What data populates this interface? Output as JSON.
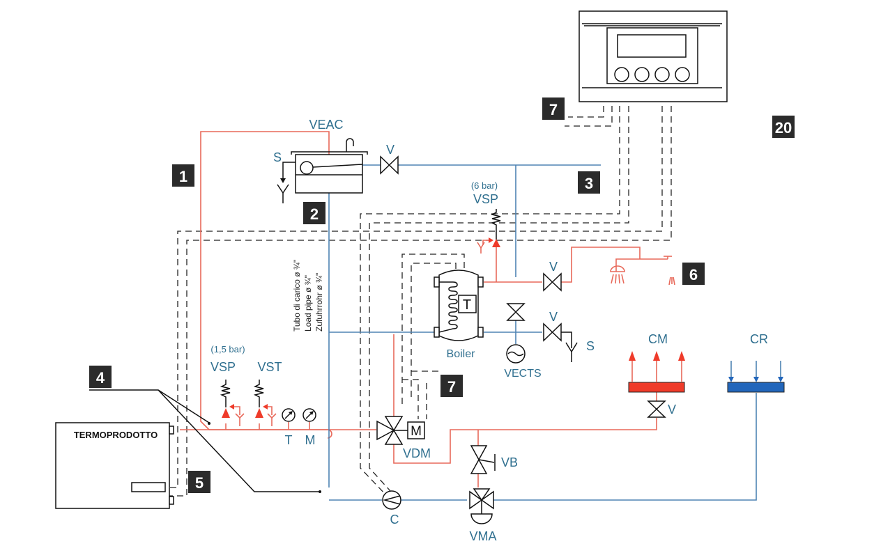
{
  "diagram": {
    "title": "Heating system hydraulic schematic",
    "badges": [
      "1",
      "2",
      "3",
      "4",
      "5",
      "6",
      "7",
      "7",
      "20"
    ],
    "labels": {
      "veac": "VEAC",
      "s_top": "S",
      "v_top": "V",
      "vsp_top_pressure": "(6 bar)",
      "vsp_top": "VSP",
      "v_hot": "V",
      "v_cold": "V",
      "s_right": "S",
      "boiler": "Boiler",
      "boiler_t": "T",
      "vects": "VECTS",
      "cm": "CM",
      "cr": "CR",
      "v_cm": "V",
      "vsp_low_pressure": "(1,5 bar)",
      "vsp_low": "VSP",
      "vst": "VST",
      "gauge_t": "T",
      "gauge_m": "M",
      "vdm": "VDM",
      "vdm_motor": "M",
      "vb": "VB",
      "c": "C",
      "vma": "VMA",
      "termoprodotto": "TERMOPRODOTTO"
    },
    "pipe_notes": [
      "Tubo di carico ø ¾\"",
      "Load pipe ø ¾\"",
      "Zufuhrrohr ø ¾\""
    ],
    "colors": {
      "hot_pipe": "#e8695a",
      "cold_pipe": "#4e83b3",
      "label": "#2f6f8f",
      "badge": "#2b2b2b",
      "cm_manifold": "#ef3b2a",
      "cr_manifold": "#2266bb"
    }
  }
}
